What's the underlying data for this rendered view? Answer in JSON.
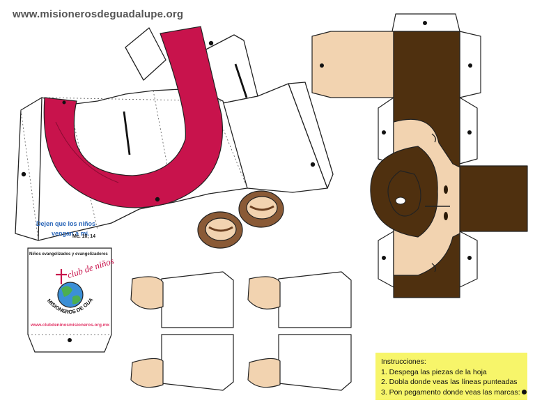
{
  "site_url": "www.misionerosdeguadalupe.org",
  "verse": {
    "line1": "Dejen que los niños",
    "line2": "vengan a mí.",
    "reference": "Mc. 10, 14"
  },
  "club": {
    "tagline": "Niños evangelizados y evangelizadores",
    "logo_top": "club de niños",
    "logo_bottom": "MISIONEROS DE GUADALUPE",
    "url": "www.clubdeninosmisioneros.org.mx"
  },
  "instructions": {
    "title": "Instrucciones:",
    "steps": [
      "1. Despega las piezas de la hoja",
      "2. Dobla donde veas las líneas punteadas",
      "3. Pon pegamento donde veas las marcas:"
    ]
  },
  "colors": {
    "sash": "#c8134c",
    "hair": "#4f300f",
    "skin": "#f2d3b0",
    "sandal": "#8a5a36",
    "note": "#f7f56a"
  }
}
